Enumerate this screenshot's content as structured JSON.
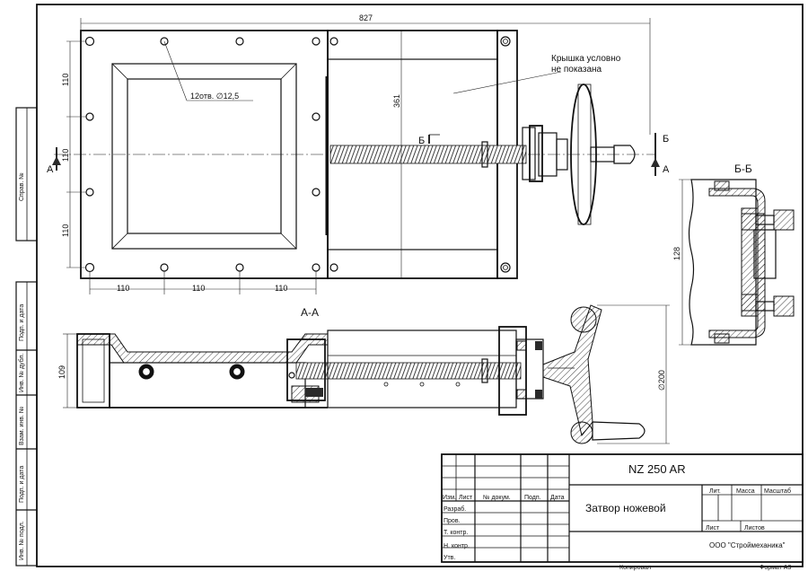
{
  "dimensions": {
    "overall_width": "827",
    "hole_spacing_v_1": "110",
    "hole_spacing_v_2": "110",
    "hole_spacing_v_3": "110",
    "hole_spacing_h_1": "110",
    "hole_spacing_h_2": "110",
    "hole_spacing_h_3": "110",
    "height_361": "361",
    "holes_note": "12отв. ∅12,5",
    "section_height": "109",
    "wheel_diameter": "∅200",
    "bb_height": "128"
  },
  "annotations": {
    "cover_note_line1": "Крышка условно",
    "cover_note_line2": "не показана",
    "section_a_label": "А",
    "section_b_label": "Б",
    "section_aa_title": "А-А",
    "section_bb_title": "Б-Б"
  },
  "side_stamps": {
    "sprav_no": "Справ. №",
    "podp_data_1": "Подп. и дата",
    "inv_dubl": "Инв. № дубл.",
    "vzam_inv": "Взам. инв. №",
    "podp_data_2": "Подп. и дата",
    "inv_podl": "Инв. № подл."
  },
  "title_block": {
    "designation": "NZ 250 AR",
    "product_name": "Затвор ножевой",
    "col_izm": "Изм.",
    "col_list": "Лист",
    "col_doc_no": "№ докум.",
    "col_podp": "Подп.",
    "col_data": "Дата",
    "row_razrab": "Разраб.",
    "row_prov": "Пров.",
    "row_tkontr": "Т. контр.",
    "row_nkontr": "Н. контр.",
    "row_utv": "Утв.",
    "lit": "Лит.",
    "massa": "Масса",
    "masshtab": "Масштаб",
    "sheet": "Лист",
    "sheets": "Листов",
    "organization": "ООО \"Строймеханика\"",
    "copied": "Копировал",
    "format": "Формат А3"
  }
}
